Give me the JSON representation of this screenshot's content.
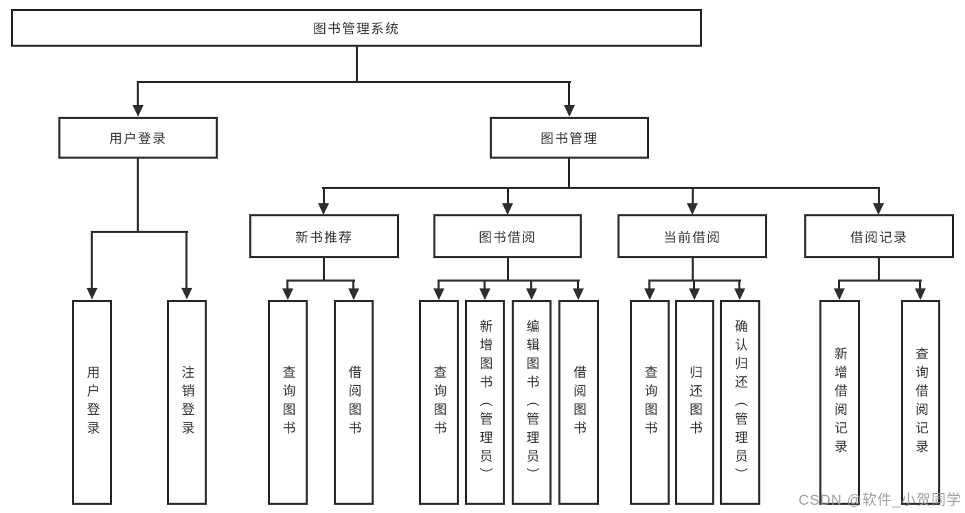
{
  "diagram": {
    "root_label": "图书管理系统",
    "level2": [
      {
        "label": "用户登录",
        "children": [
          "用户登录",
          "注销登录"
        ]
      },
      {
        "label": "图书管理"
      }
    ],
    "level3": [
      {
        "label": "新书推荐",
        "children": [
          "查询图书",
          "借阅图书"
        ]
      },
      {
        "label": "图书借阅",
        "children": [
          "查询图书",
          "新增图书（管理员）",
          "编辑图书（管理员）",
          "借阅图书"
        ]
      },
      {
        "label": "当前借阅",
        "children": [
          "查询图书",
          "归还图书",
          "确认归还（管理员）"
        ]
      },
      {
        "label": "借阅记录",
        "children": [
          "新增借阅记录",
          "查询借阅记录"
        ]
      }
    ],
    "watermark": "CSDN @软件_小贺同学",
    "icons": {
      "arrow_down": "solid triangle pointing down (css shape)"
    },
    "colors": {
      "line": "#2e2e2e",
      "box_border": "#2e2e2e",
      "box_fill": "#ffffff",
      "text": "#333333",
      "watermark": "#a09595",
      "background": "#ffffff"
    }
  }
}
